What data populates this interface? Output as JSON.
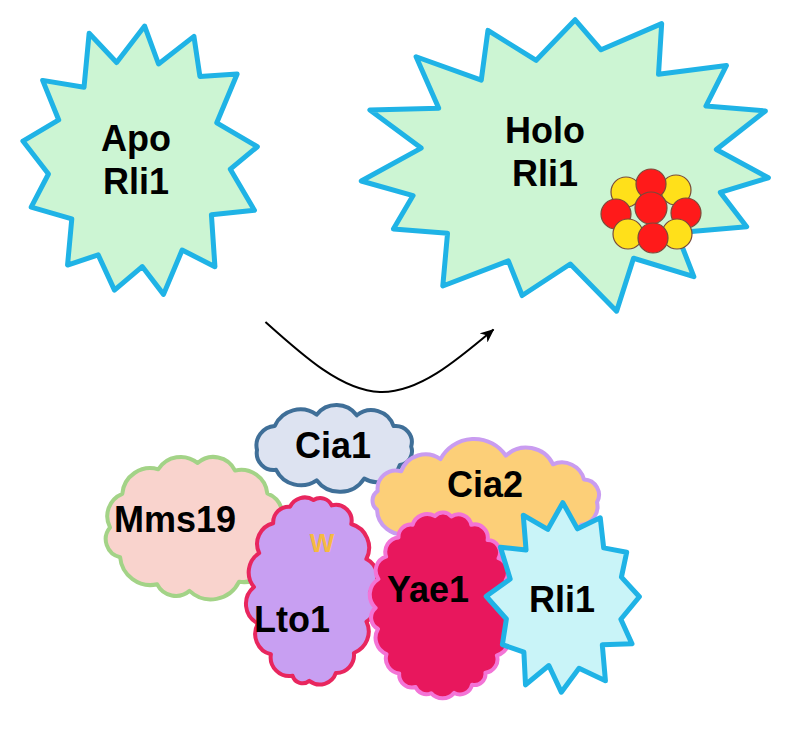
{
  "diagram": {
    "nodes": [
      {
        "text": [
          "Apo Rli1"
        ]
      },
      {
        "text": [
          "Holo Rli1"
        ]
      },
      {
        "text": [
          "Cia1"
        ]
      },
      {
        "text": [
          "Mms19"
        ]
      },
      {
        "text": [
          "Cia2"
        ]
      },
      {
        "text": [
          "W",
          "Lto1"
        ]
      },
      {
        "text": [
          "Yae1"
        ]
      },
      {
        "text": [
          "Rli1"
        ]
      }
    ],
    "edges": [
      {
        "from": 0,
        "to": 1,
        "arrow": "to"
      }
    ]
  }
}
